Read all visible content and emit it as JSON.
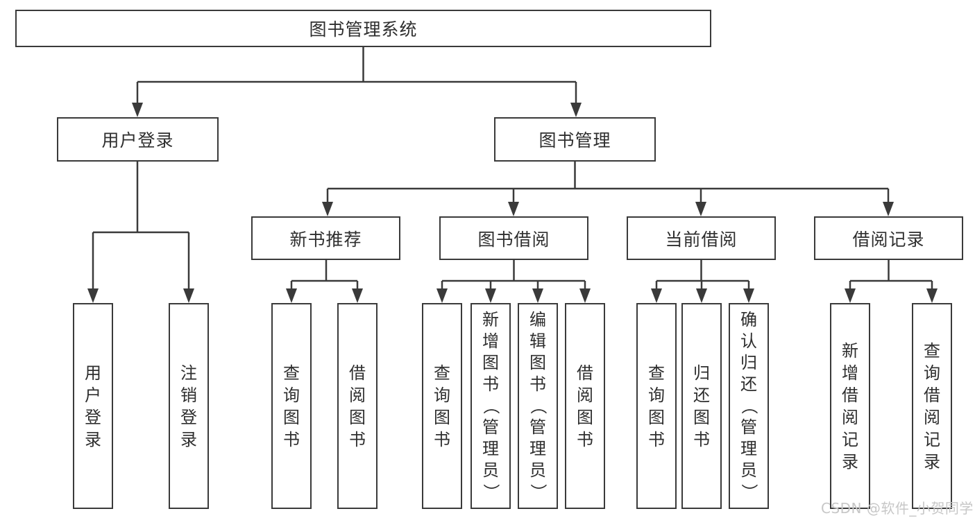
{
  "title": "图书管理系统",
  "watermark": "CSDN @软件_小贺同学",
  "colors": {
    "line": "#3a3a3a",
    "text": "#2e2e2e",
    "watermark": "#c7c7c7",
    "background": "#ffffff"
  },
  "tree": {
    "root": {
      "label": "图书管理系统"
    },
    "user_login": {
      "label": "用户登录",
      "children": [
        {
          "label": "用户登录"
        },
        {
          "label": "注销登录"
        }
      ]
    },
    "book_mgmt": {
      "label": "图书管理",
      "sections": [
        {
          "label": "新书推荐",
          "children": [
            {
              "label": "查询图书"
            },
            {
              "label": "借阅图书"
            }
          ]
        },
        {
          "label": "图书借阅",
          "children": [
            {
              "label": "查询图书"
            },
            {
              "label": "新增图书（管理员）"
            },
            {
              "label": "编辑图书（管理员）"
            },
            {
              "label": "借阅图书"
            }
          ]
        },
        {
          "label": "当前借阅",
          "children": [
            {
              "label": "查询图书"
            },
            {
              "label": "归还图书"
            },
            {
              "label": "确认归还（管理员）"
            }
          ]
        },
        {
          "label": "借阅记录",
          "children": [
            {
              "label": "新增借阅记录"
            },
            {
              "label": "查询借阅记录"
            }
          ]
        }
      ]
    }
  }
}
